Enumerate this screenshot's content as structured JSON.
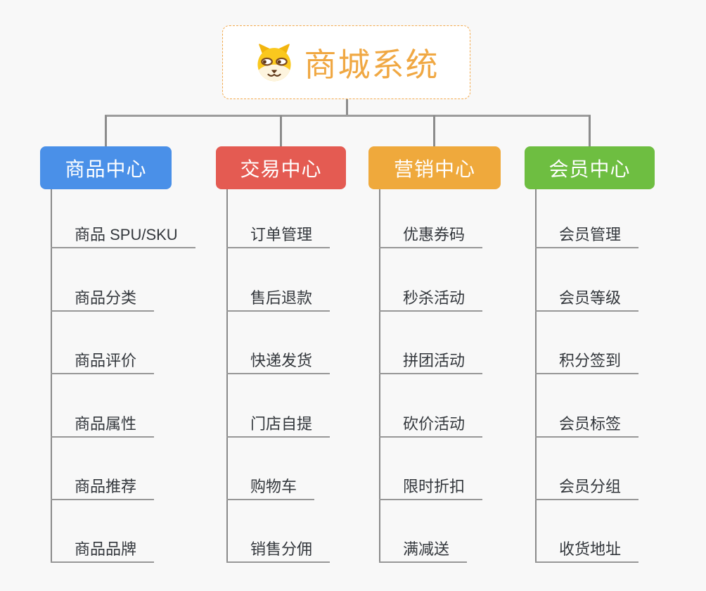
{
  "root": {
    "title": "商城系统",
    "icon": "dog-face-icon",
    "title_color": "#F0A843",
    "border_color": "#F2A94C"
  },
  "connector_color": "#8C8C8C",
  "branches": [
    {
      "label": "商品中心",
      "color": "#4A90E8",
      "children": [
        "商品 SPU/SKU",
        "商品分类",
        "商品评价",
        "商品属性",
        "商品推荐",
        "商品品牌"
      ]
    },
    {
      "label": "交易中心",
      "color": "#E45B52",
      "children": [
        "订单管理",
        "售后退款",
        "快递发货",
        "门店自提",
        "购物车",
        "销售分佣"
      ]
    },
    {
      "label": "营销中心",
      "color": "#EFA93C",
      "children": [
        "优惠券码",
        "秒杀活动",
        "拼团活动",
        "砍价活动",
        "限时折扣",
        "满减送"
      ]
    },
    {
      "label": "会员中心",
      "color": "#6EBE41",
      "children": [
        "会员管理",
        "会员等级",
        "积分签到",
        "会员标签",
        "会员分组",
        "收货地址"
      ]
    }
  ]
}
